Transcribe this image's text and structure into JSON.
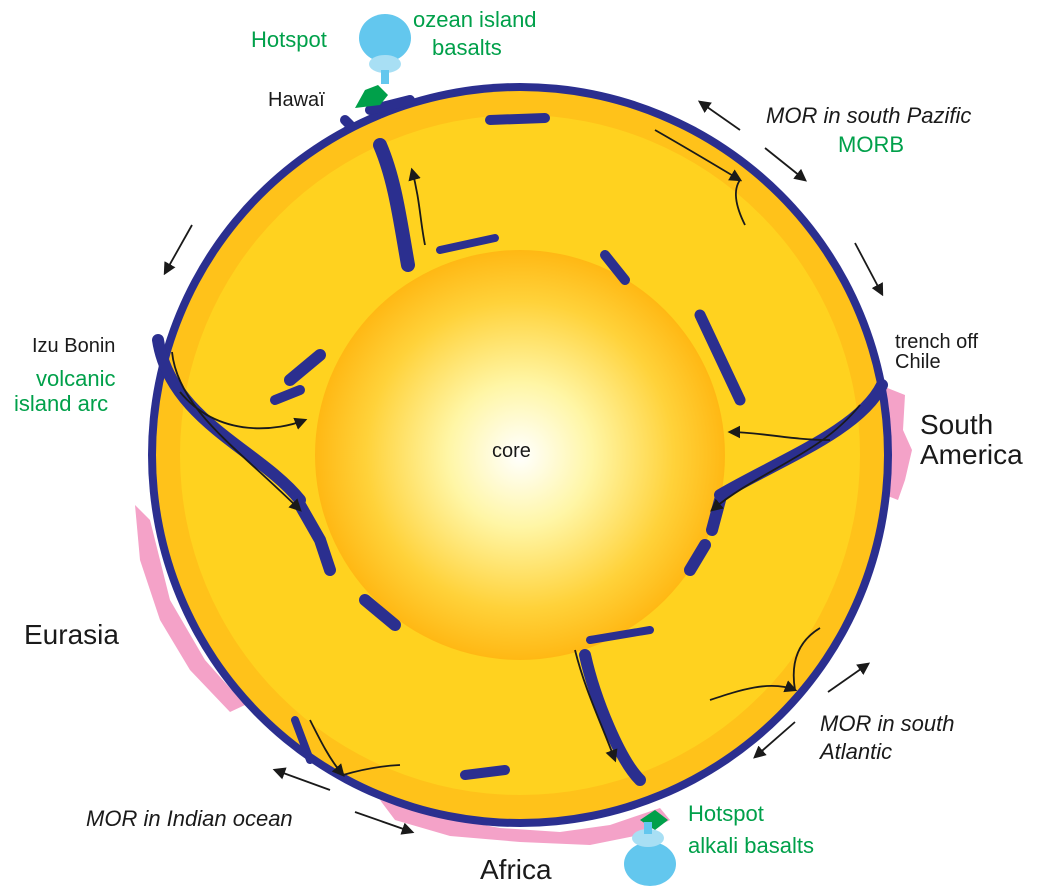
{
  "labels": {
    "hotspot_top": "Hotspot",
    "ocean_island_basalts_1": "ozean island",
    "ocean_island_basalts_2": "basalts",
    "hawaii": "Hawaï",
    "mor_pacific_1": "MOR in south Pazific",
    "morb": "MORB",
    "izu_bonin": "Izu Bonin",
    "volcanic_arc_1": "volcanic",
    "volcanic_arc_2": "island arc",
    "trench_1": "trench off",
    "trench_2": "Chile",
    "south_america_1": "South",
    "south_america_2": "America",
    "core": "core",
    "eurasia": "Eurasia",
    "mor_atlantic_1": "MOR in south",
    "mor_atlantic_2": "Atlantic",
    "mor_indian": "MOR in Indian ocean",
    "hotspot_bottom": "Hotspot",
    "alkali_basalts": "alkali basalts",
    "africa": "Africa"
  },
  "colors": {
    "mantle": "#ffd21f",
    "upper_mantle": "#ffc21a",
    "lithosphere": "#2b2f8f",
    "continent": "#f4a2c8",
    "volcanic_green": "#00a04a",
    "plume_blue": "#63c7ee",
    "core_center": "#ffffff",
    "core_edge": "#ffb814"
  }
}
